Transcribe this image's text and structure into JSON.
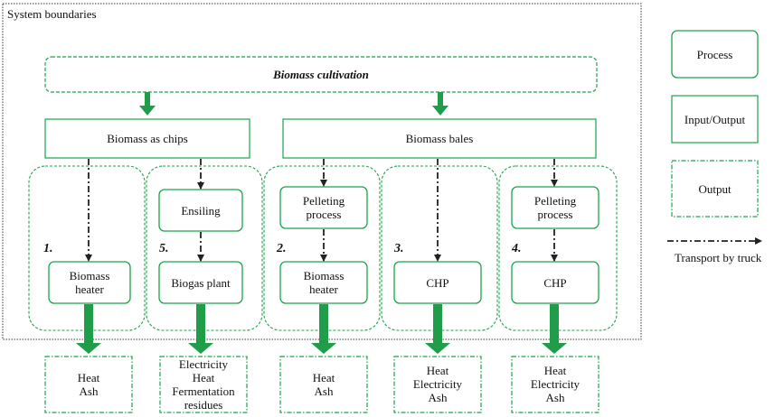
{
  "title": "System boundaries",
  "top": {
    "label": "Biomass cultivation"
  },
  "intermediates": [
    "Biomass as chips",
    "Biomass bales"
  ],
  "pathways": [
    {
      "number": "1.",
      "steps": [
        "Biomass\nheater"
      ],
      "output": "Heat\nAsh"
    },
    {
      "number": "5.",
      "steps": [
        "Ensiling",
        "Biogas plant"
      ],
      "output": "Electricity\nHeat\nFermentation\nresidues"
    },
    {
      "number": "2.",
      "steps": [
        "Pelleting\nprocess",
        "Biomass\nheater"
      ],
      "output": "Heat\nAsh"
    },
    {
      "number": "3.",
      "steps": [
        "CHP"
      ],
      "output": "Heat\nElectricity\nAsh"
    },
    {
      "number": "4.",
      "steps": [
        "Pelleting\nprocess",
        "CHP"
      ],
      "output": "Heat\nElectricity\nAsh"
    }
  ],
  "legend": {
    "process": "Process",
    "input_output": "Input/Output",
    "output": "Output",
    "transport": "Transport by truck"
  },
  "colors": {
    "green": "#1aa34a",
    "arrow": "#1f9d48",
    "dark": "#222222"
  }
}
